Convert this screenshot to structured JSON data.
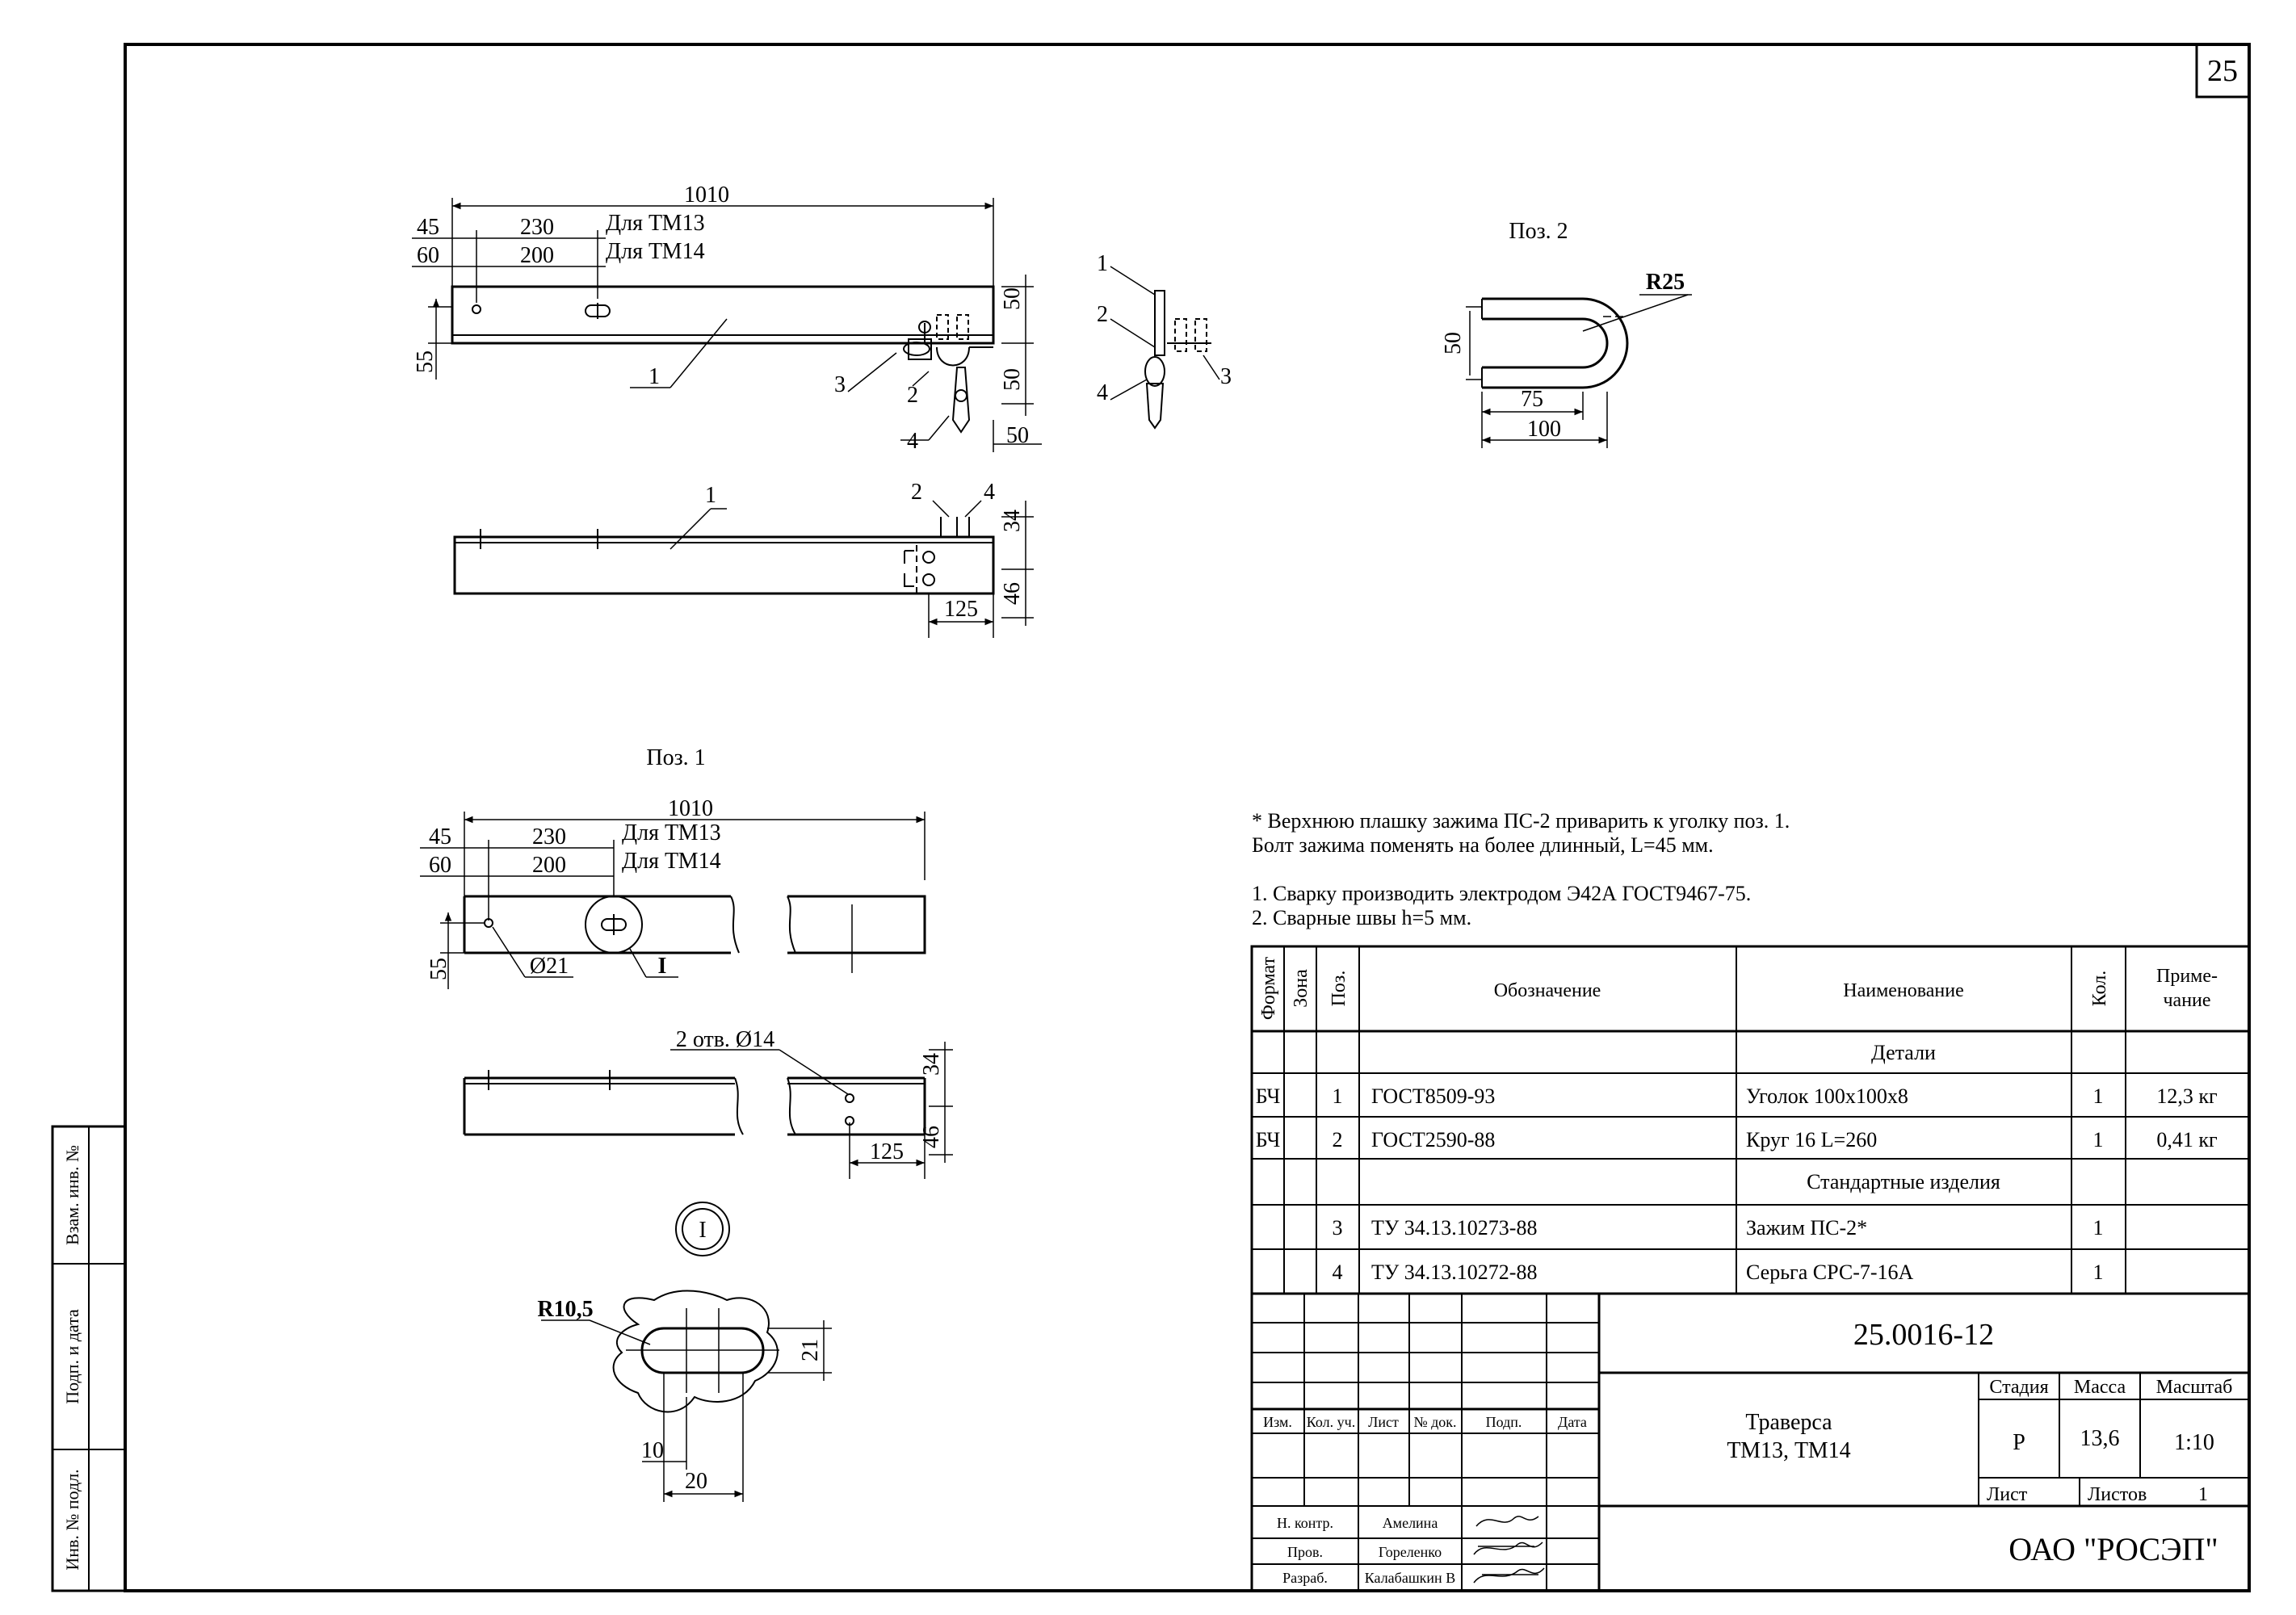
{
  "page_number": "25",
  "pos2_title": "Поз. 2",
  "pos1_title": "Поз. 1",
  "dims": {
    "len": "1010",
    "d45": "45",
    "d60": "60",
    "d230": "230",
    "d200": "200",
    "tm13": "Для ТМ13",
    "tm14": "Для ТМ14",
    "d55": "55",
    "d50": "50",
    "d34": "34",
    "d46": "46",
    "d125": "125",
    "r25": "R25",
    "d75": "75",
    "d100": "100",
    "dia21": "Ø21",
    "holes": "2 отв. Ø14",
    "r105": "R10,5",
    "d21": "21",
    "d10": "10",
    "d20": "20",
    "detail": "I"
  },
  "labels": {
    "p1": "1",
    "p2": "2",
    "p3": "3",
    "p4": "4"
  },
  "notes": {
    "star1": "* Верхнюю плашку зажима ПС-2 приварить к уголку поз. 1.",
    "star2": "Болт зажима поменять на более длинный, L=45 мм.",
    "n1": "1. Сварку производить электродом Э42А ГОСТ9467-75.",
    "n2": "2. Сварные швы h=5 мм."
  },
  "spec": {
    "headers": {
      "format": "Формат",
      "zone": "Зона",
      "pos": "Поз.",
      "designation": "Обозначение",
      "name": "Наименование",
      "qty": "Кол.",
      "note1": "Приме-",
      "note2": "чание"
    },
    "section_parts": "Детали",
    "section_std": "Стандартные изделия",
    "rows": [
      {
        "format": "БЧ",
        "pos": "1",
        "designation": "ГОСТ8509-93",
        "name": "Уголок 100х100х8",
        "qty": "1",
        "note": "12,3 кг"
      },
      {
        "format": "БЧ",
        "pos": "2",
        "designation": "ГОСТ2590-88",
        "name": "Круг 16 L=260",
        "qty": "1",
        "note": "0,41 кг"
      },
      {
        "format": "",
        "pos": "3",
        "designation": "ТУ 34.13.10273-88",
        "name": "Зажим ПС-2*",
        "qty": "1",
        "note": ""
      },
      {
        "format": "",
        "pos": "4",
        "designation": "ТУ 34.13.10272-88",
        "name": "Серьга СРС-7-16А",
        "qty": "1",
        "note": ""
      }
    ]
  },
  "title_block": {
    "code": "25.0016-12",
    "title1": "Траверса",
    "title2": "ТМ13, ТМ14",
    "stage_h": "Стадия",
    "mass_h": "Масса",
    "scale_h": "Масштаб",
    "stage": "Р",
    "mass": "13,6",
    "scale": "1:10",
    "sheet_h": "Лист",
    "sheets_h": "Листов",
    "sheets": "1",
    "org": "ОАО \"РОСЭП\"",
    "col_izm": "Изм.",
    "col_kol": "Кол. уч.",
    "col_list": "Лист",
    "col_ndok": "№ док.",
    "col_podp": "Подп.",
    "col_data": "Дата",
    "role1": "Н. контр.",
    "role2": "Пров.",
    "role3": "Разраб.",
    "name1": "Амелина",
    "name2": "Гореленко",
    "name3": "Калабашкин В"
  },
  "margin_stamp": {
    "vzam": "Взам. инв. №",
    "podp": "Подп. и дата",
    "inv": "Инв. № подл."
  }
}
